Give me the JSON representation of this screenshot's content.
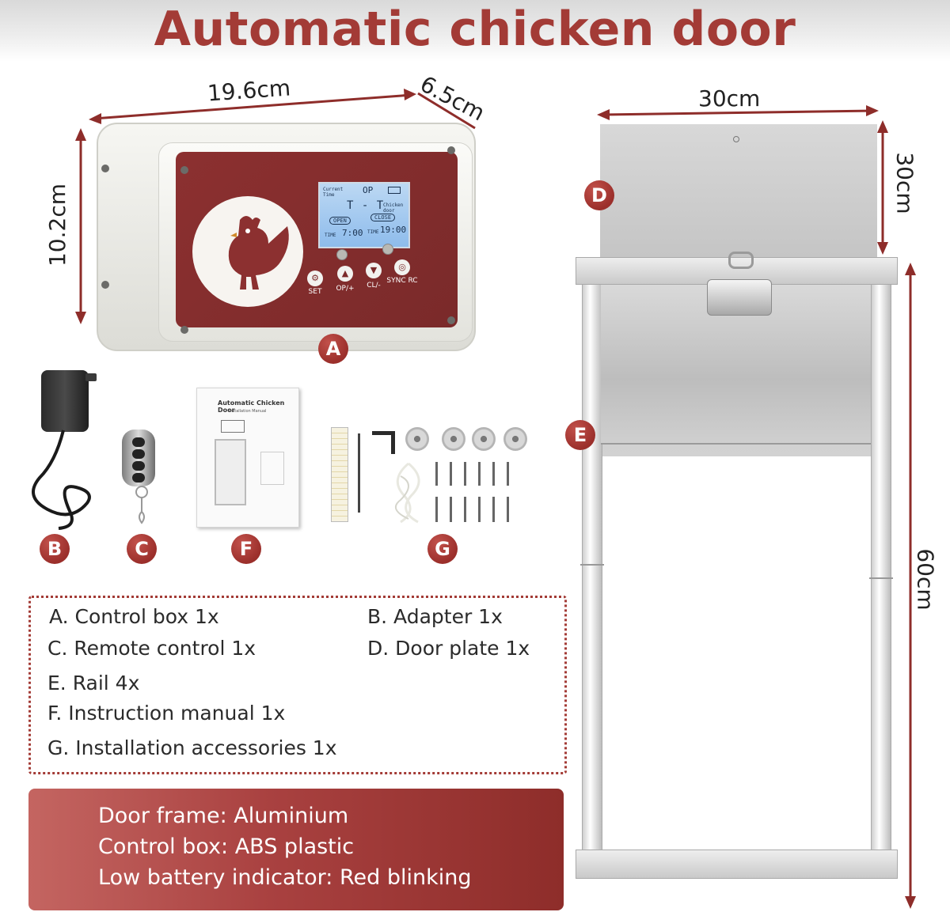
{
  "title": "Automatic chicken door",
  "dimensions": {
    "box_width": "19.6cm",
    "box_depth": "6.5cm",
    "box_height": "10.2cm",
    "plate_width": "30cm",
    "plate_height": "30cm",
    "frame_height": "60cm"
  },
  "badges": {
    "a": "A",
    "b": "B",
    "c": "C",
    "d": "D",
    "e": "E",
    "f": "F",
    "g": "G"
  },
  "control_panel": {
    "lcd_current": "Current",
    "lcd_time": "Time",
    "lcd_mode": "OP",
    "lcd_status": "T - T",
    "lcd_door": "Chicken door",
    "lcd_open": "OPEN",
    "lcd_close": "CLOSE",
    "lcd_time_label": "TIME",
    "lcd_open_time": "7:00",
    "lcd_close_time": "19:00",
    "btn_set": "SET",
    "btn_op": "OP/+",
    "btn_cl": "CL/-",
    "btn_sync": "SYNC RC"
  },
  "manual": {
    "title": "Automatic Chicken Door",
    "subtitle": "Installation Manual"
  },
  "parts": [
    "A. Control box 1x",
    "B. Adapter 1x",
    "C. Remote control 1x",
    "D. Door plate 1x",
    "E. Rail 4x",
    "F. Instruction manual 1x",
    "G. Installation accessories 1x"
  ],
  "specs": [
    {
      "label": "Door frame:",
      "value": "Aluminium"
    },
    {
      "label": "Control box:",
      "value": "ABS plastic"
    },
    {
      "label": "Low battery indicator:",
      "value": "Red blinking"
    }
  ],
  "colors": {
    "brand_red": "#a33b36",
    "panel_red": "#8c3030",
    "lcd_blue": "#9cc6ef"
  }
}
